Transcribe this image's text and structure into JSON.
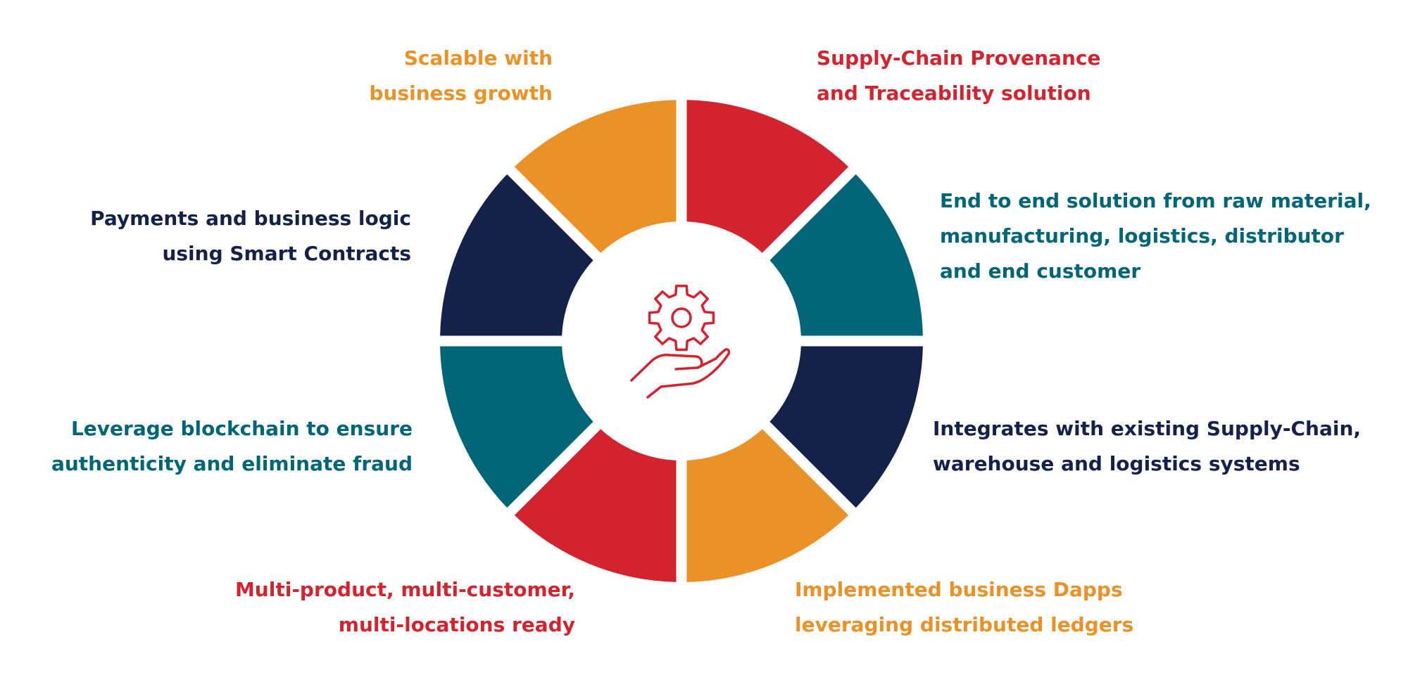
{
  "colors": {
    "red": "#D2232E",
    "teal": "#006577",
    "navy": "#14224A",
    "orange": "#EA9228"
  },
  "features": [
    {
      "id": "supply-chain-provenance",
      "color": "red",
      "lines": [
        "Supply-Chain Provenance",
        "and Traceability solution"
      ]
    },
    {
      "id": "end-to-end-solution",
      "color": "teal",
      "lines": [
        "End to end solution from raw material,",
        "manufacturing, logistics, distributor",
        "and end customer"
      ]
    },
    {
      "id": "integrates-existing-systems",
      "color": "navy",
      "lines": [
        "Integrates with existing Supply-Chain,",
        "warehouse and logistics systems"
      ]
    },
    {
      "id": "business-dapps",
      "color": "orange",
      "lines": [
        "Implemented business Dapps",
        "leveraging distributed ledgers"
      ]
    },
    {
      "id": "multi-product-ready",
      "color": "red",
      "lines": [
        "Multi-product, multi-customer,",
        "multi-locations ready"
      ]
    },
    {
      "id": "blockchain-authenticity",
      "color": "teal",
      "lines": [
        "Leverage blockchain to ensure",
        "authenticity and eliminate fraud"
      ]
    },
    {
      "id": "smart-contracts",
      "color": "navy",
      "lines": [
        "Payments and business logic",
        "using Smart Contracts"
      ]
    },
    {
      "id": "scalable-growth",
      "color": "orange",
      "lines": [
        "Scalable with",
        "business growth"
      ]
    }
  ],
  "center_icon": "gear-in-hand-icon"
}
